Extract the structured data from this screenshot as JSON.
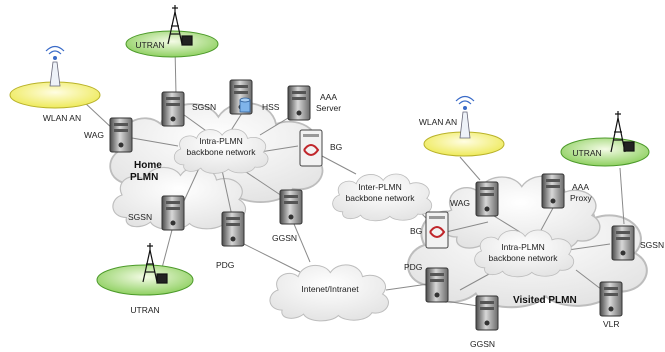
{
  "diagram": {
    "clouds": {
      "home_backbone": [
        "Intra-PLMN",
        "backbone network"
      ],
      "inter_backbone": [
        "Inter-PLMN",
        "backbone network"
      ],
      "visited_backbone": [
        "Intra-PLMN",
        "backbone network"
      ],
      "internet": "Intenet/Intranet"
    },
    "regions": {
      "home": [
        "Home",
        "PLMN"
      ],
      "visited": "Visited PLMN"
    },
    "nodes": {
      "utran_top": "UTRAN",
      "utran_bottom": "UTRAN",
      "utran_right": "UTRAN",
      "wlan_home": "WLAN AN",
      "wlan_visited": "WLAN AN",
      "sgsn_home_top": "SGSN",
      "hss": "HSS",
      "aaa_server": [
        "AAA",
        "Server"
      ],
      "wag_home": "WAG",
      "bg_home": "BG",
      "sgsn_home_bottom": "SGSN",
      "pdg_home": "PDG",
      "ggsn_home": "GGSN",
      "bg_visited": "BG",
      "wag_visited": "WAG",
      "aaa_proxy": [
        "AAA",
        "Proxy"
      ],
      "sgsn_visited": "SGSN",
      "pdg_visited": "PDG",
      "vlr": "VLR",
      "ggsn_visited": "GGSN"
    }
  }
}
